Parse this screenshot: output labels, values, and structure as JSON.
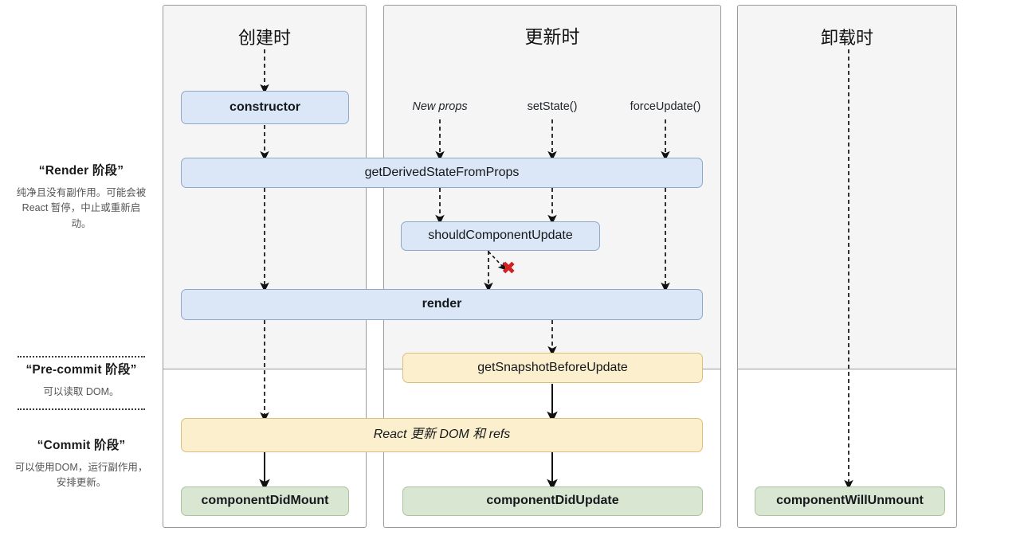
{
  "phases": [
    {
      "id": "render",
      "title": "“Render 阶段”",
      "desc": "纯净且没有副作用。可能会被 React 暂停，中止或重新启动。"
    },
    {
      "id": "pre-commit",
      "title": "“Pre-commit 阶段”",
      "desc": "可以读取 DOM。"
    },
    {
      "id": "commit",
      "title": "“Commit 阶段”",
      "desc": "可以使用DOM，运行副作用，安排更新。"
    }
  ],
  "columns": [
    {
      "id": "mount",
      "title": "创建时"
    },
    {
      "id": "update",
      "title": "更新时"
    },
    {
      "id": "unmount",
      "title": "卸载时"
    }
  ],
  "triggers": [
    {
      "id": "new-props",
      "label": "New props"
    },
    {
      "id": "set-state",
      "label": "setState()"
    },
    {
      "id": "force-update",
      "label": "forceUpdate()"
    }
  ],
  "nodes": {
    "constructor": "constructor",
    "get_derived_state_from_props": "getDerivedStateFromProps",
    "should_component_update": "shouldComponentUpdate",
    "render": "render",
    "get_snapshot_before_update": "getSnapshotBeforeUpdate",
    "react_updates_dom": "React 更新 DOM 和 refs",
    "component_did_mount": "componentDidMount",
    "component_did_update": "componentDidUpdate",
    "component_will_unmount": "componentWillUnmount"
  },
  "annotations": {
    "skip_render_mark": "✖"
  },
  "colors": {
    "render_phase_bg": "#f5f5f5",
    "lifecycle_blue": "#dbe7f6",
    "lifecycle_blue_border": "#8fa8c8",
    "lifecycle_amber": "#fcefcd",
    "lifecycle_amber_border": "#d9bf7c",
    "lifecycle_green": "#d8e6d2",
    "lifecycle_green_border": "#a8c49c",
    "panel_border": "#9a9a9a",
    "skip_mark_red": "#d32020"
  }
}
